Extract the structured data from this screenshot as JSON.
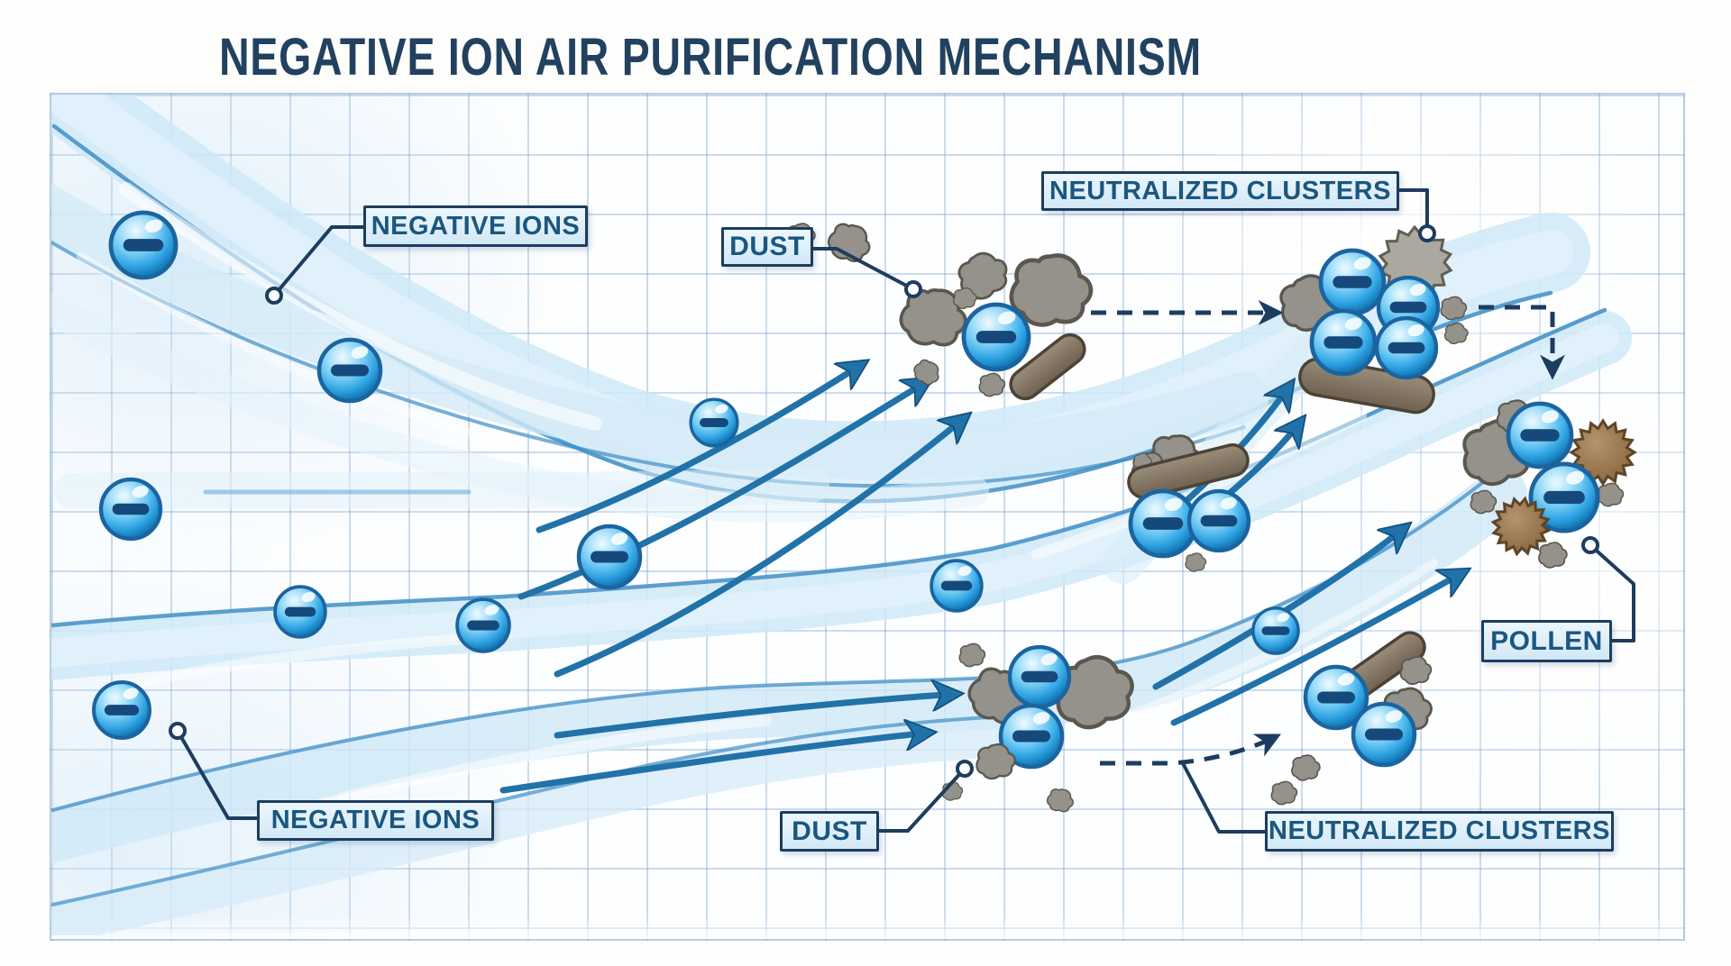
{
  "title": "NEGATIVE ION AIR PURIFICATION MECHANISM",
  "labels": {
    "negative_ions_top": "NEGATIVE IONS",
    "dust_top": "DUST",
    "neutralized_clusters_top": "NEUTRALIZED CLUSTERS",
    "pollen": "POLLEN",
    "negative_ions_bottom": "NEGATIVE IONS",
    "dust_bottom": "DUST",
    "neutralized_clusters_bottom": "NEUTRALIZED CLUSTERS"
  },
  "symbols": {
    "negative_ion_sign": "−"
  },
  "colors": {
    "title_text": "#21415f",
    "label_text": "#1b567f",
    "label_background": "#ddeefa",
    "label_border": "#1d3d5f",
    "leader_line": "#1d3d5f",
    "flow_arrow": "#2172a8",
    "dashed_arrow": "#1d3d5f",
    "stream": "#cfe9f8",
    "stream_edge": "#3f8ec5",
    "ion_body": "#56b7ef",
    "ion_rim": "#1b649f",
    "ion_minus": "#16497b",
    "dust": "#94928a",
    "dust_outline": "#5a574e",
    "bacteria_rod": "#8a7b66",
    "pollen": "#9b7950",
    "pollen_outline": "#5f4527",
    "grid_line": "#7da8d2"
  }
}
